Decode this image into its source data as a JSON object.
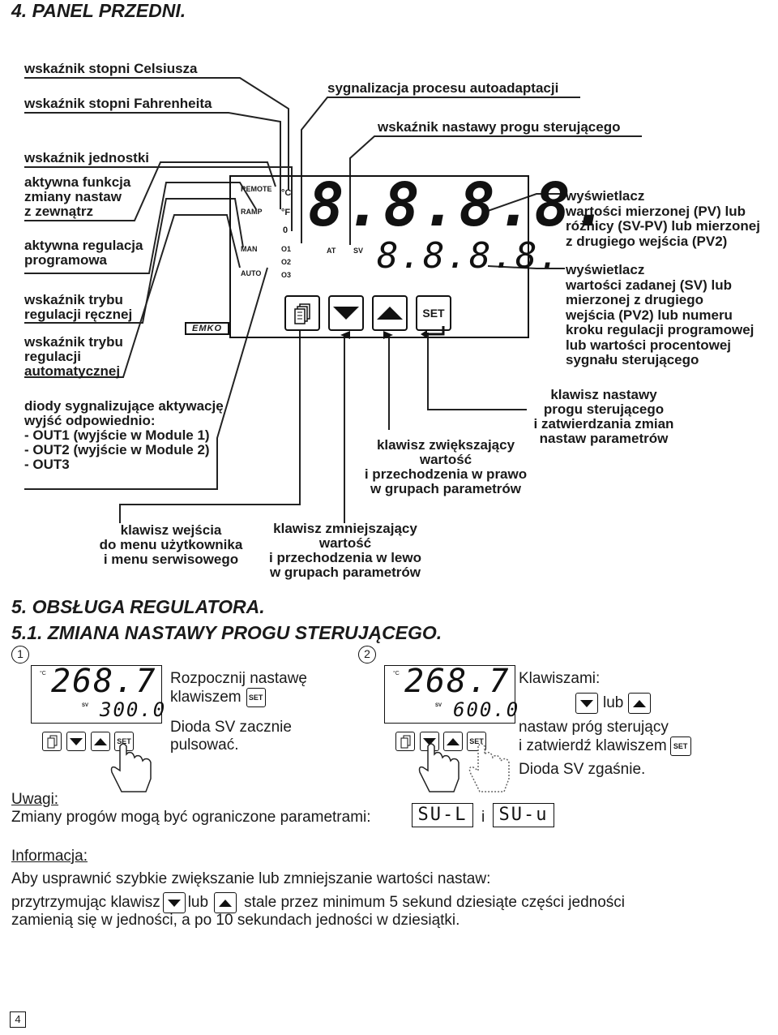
{
  "section4_title": "4. PANEL PRZEDNI.",
  "labels": {
    "celsius": "wskaźnik stopni Celsiusza",
    "fahrenheit": "wskaźnik stopni Fahrenheita",
    "autotune": "sygnalizacja procesu autoadaptacji",
    "sv_indicator": "wskaźnik nastawy progu sterującego",
    "unit": "wskaźnik jednostki",
    "remote": [
      "aktywna funkcja",
      "zmiany nastaw",
      "z zewnątrz"
    ],
    "program": [
      "aktywna regulacja",
      "programowa"
    ],
    "manual": [
      "wskaźnik trybu",
      "regulacji ręcznej"
    ],
    "auto": [
      "wskaźnik trybu",
      "regulacji",
      "automatycznej"
    ],
    "pv_display": [
      "wyświetlacz",
      "wartości mierzonej (PV) lub",
      "różnicy (SV-PV) lub mierzonej",
      "z drugiego wejścia (PV2)"
    ],
    "sv_display": [
      "wyświetlacz",
      "wartości zadanej (SV) lub",
      "mierzonej z drugiego",
      "wejścia (PV2) lub numeru",
      "kroku regulacji programowej",
      "lub wartości procentowej",
      "sygnału sterującego"
    ],
    "outputs": [
      "diody sygnalizujące aktywację",
      "wyjść odpowiednio:",
      "- OUT1 (wyjście w Module 1)",
      "- OUT2 (wyjście w Module 2)",
      "- OUT3"
    ],
    "set_key": [
      "klawisz nastawy",
      "progu sterującego",
      "i zatwierdzania zmian",
      "nastaw parametrów"
    ],
    "up_key": [
      "klawisz zwiększający",
      "wartość",
      "i przechodzenia w prawo",
      "w grupach parametrów"
    ],
    "menu_key": [
      "klawisz wejścia",
      "do menu użytkownika",
      "i menu serwisowego"
    ],
    "down_key": [
      "klawisz zmniejszający",
      "wartość",
      "i przechodzenia w lewo",
      "w grupach parametrów"
    ]
  },
  "panel": {
    "leds_left": [
      "REMOTE",
      "RAMP",
      "MAN",
      "AUTO"
    ],
    "unit_c": "°C",
    "unit_f": "°F",
    "unit_sym": "0",
    "outs": [
      "O1",
      "O2",
      "O3"
    ],
    "at": "AT",
    "sv": "SV",
    "pv_value": "8.8.8.8.",
    "sv_value": "8.8.8.8.",
    "set_label": "SET",
    "brand": "EMKO"
  },
  "section5_title": "5. OBSŁUGA REGULATORA.",
  "section51_title": "5.1. ZMIANA NASTAWY PROGU STERUJĄCEGO.",
  "step1": {
    "num": "1",
    "unit": "°C",
    "pv": "268.7",
    "sv": "300.0",
    "sv_led": "SV",
    "set": "SET",
    "line1": "Rozpocznij nastawę",
    "line2": "klawiszem",
    "line3": "Dioda SV zacznie",
    "line4": "pulsować."
  },
  "step2": {
    "num": "2",
    "unit": "°C",
    "pv": "268.7",
    "sv": "600.0",
    "sv_led": "SV",
    "set": "SET",
    "line1": "Klawiszami:",
    "lub": "lub",
    "line3": "nastaw próg sterujący",
    "line4": "i zatwierdź klawiszem",
    "line5": "Dioda SV zgaśnie."
  },
  "notes": {
    "title": "Uwagi:",
    "text": "Zmiany progów mogą być ograniczone parametrami:",
    "param1": "SU-L",
    "and": "i",
    "param2": "SU-u"
  },
  "info": {
    "title": "Informacja:",
    "line1": "Aby usprawnić szybkie zwiększanie lub zmniejszanie wartości nastaw:",
    "line2a": "przytrzymując klawisz",
    "line2b": "lub",
    "line2c": "stale przez minimum 5 sekund  dziesiąte części jedności",
    "line3": "zamienią się w jedności, a po 10 sekundach jedności w dziesiątki."
  },
  "page_number": "4"
}
